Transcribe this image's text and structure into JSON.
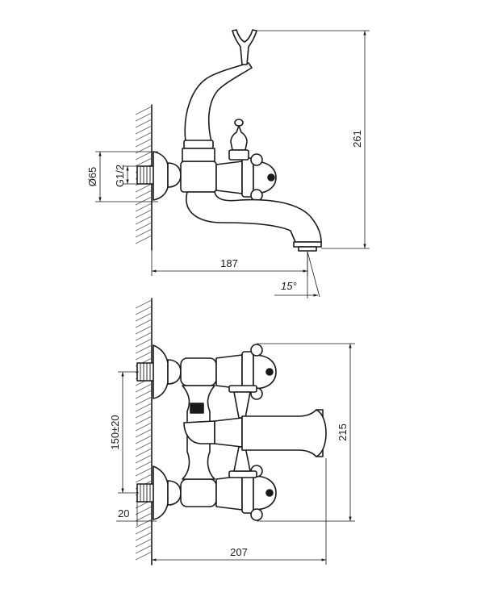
{
  "top_view": {
    "height_dim": "261",
    "length_dim": "187",
    "angle_dim": "15°",
    "flange_dia_dim": "Ø65",
    "thread_dim": "G1/2"
  },
  "bottom_view": {
    "height_dim": "215",
    "length_dim": "207",
    "center_dim": "150±20",
    "offset_dim": "20"
  }
}
